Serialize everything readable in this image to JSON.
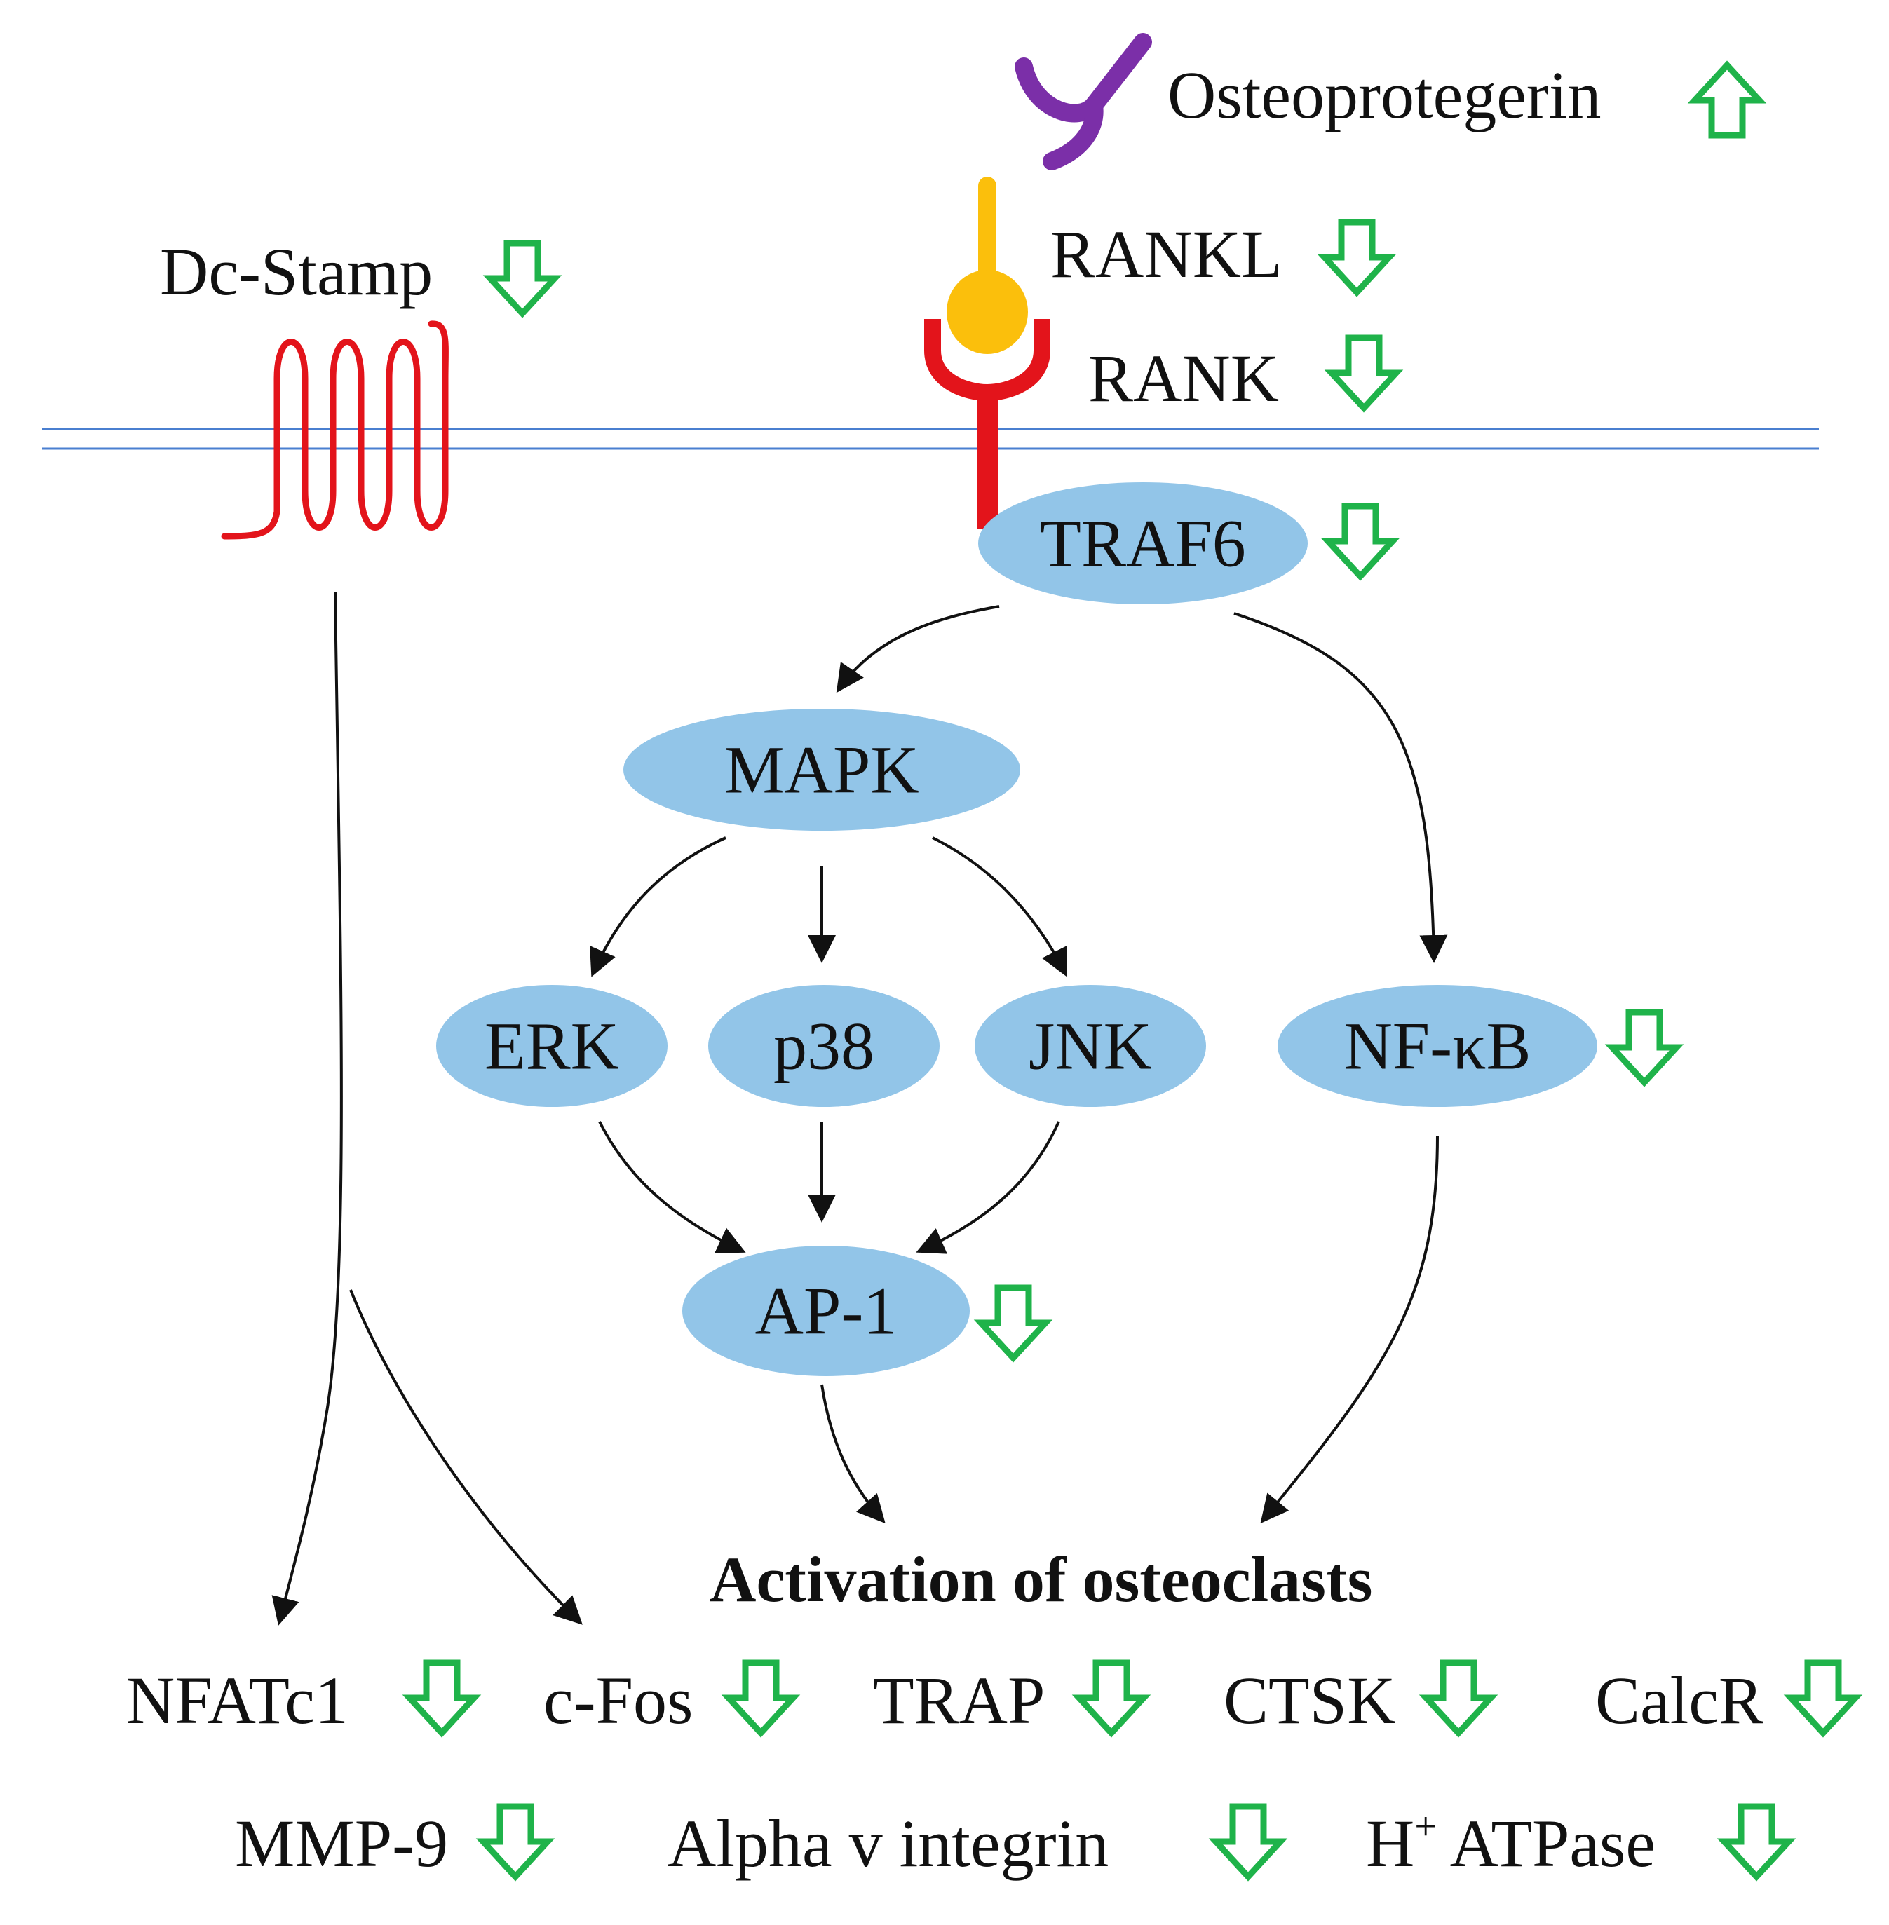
{
  "colors": {
    "node_fill": "#92c5e8",
    "indicator_green": "#1fb34a",
    "membrane_blue": "#4a7fd0",
    "receptor_red": "#e3141b",
    "rankl_yellow": "#fbbf0c",
    "opg_purple": "#7b2fa8"
  },
  "icons": {
    "up_indicator": "arrow-up-icon",
    "down_indicator": "arrow-down-icon"
  },
  "membrane_labels": {
    "osteoprotegerin": "Osteoprotegerin",
    "rankl": "RANKL",
    "rank": "RANK",
    "dc_stamp": "Dc-Stamp"
  },
  "nodes": {
    "traf6": "TRAF6",
    "mapk": "MAPK",
    "erk": "ERK",
    "p38": "p38",
    "jnk": "JNK",
    "nfkb": "NF-κB",
    "ap1": "AP-1"
  },
  "outcome": "Activation of osteoclasts",
  "markers_row1": [
    "NFATc1",
    "c-Fos",
    "TRAP",
    "CTSK",
    "CalcR"
  ],
  "markers_row2": [
    "MMP-9",
    "Alpha v integrin"
  ],
  "h_atpase": {
    "base": "H",
    "sup": "+",
    "rest": " ATPase"
  }
}
